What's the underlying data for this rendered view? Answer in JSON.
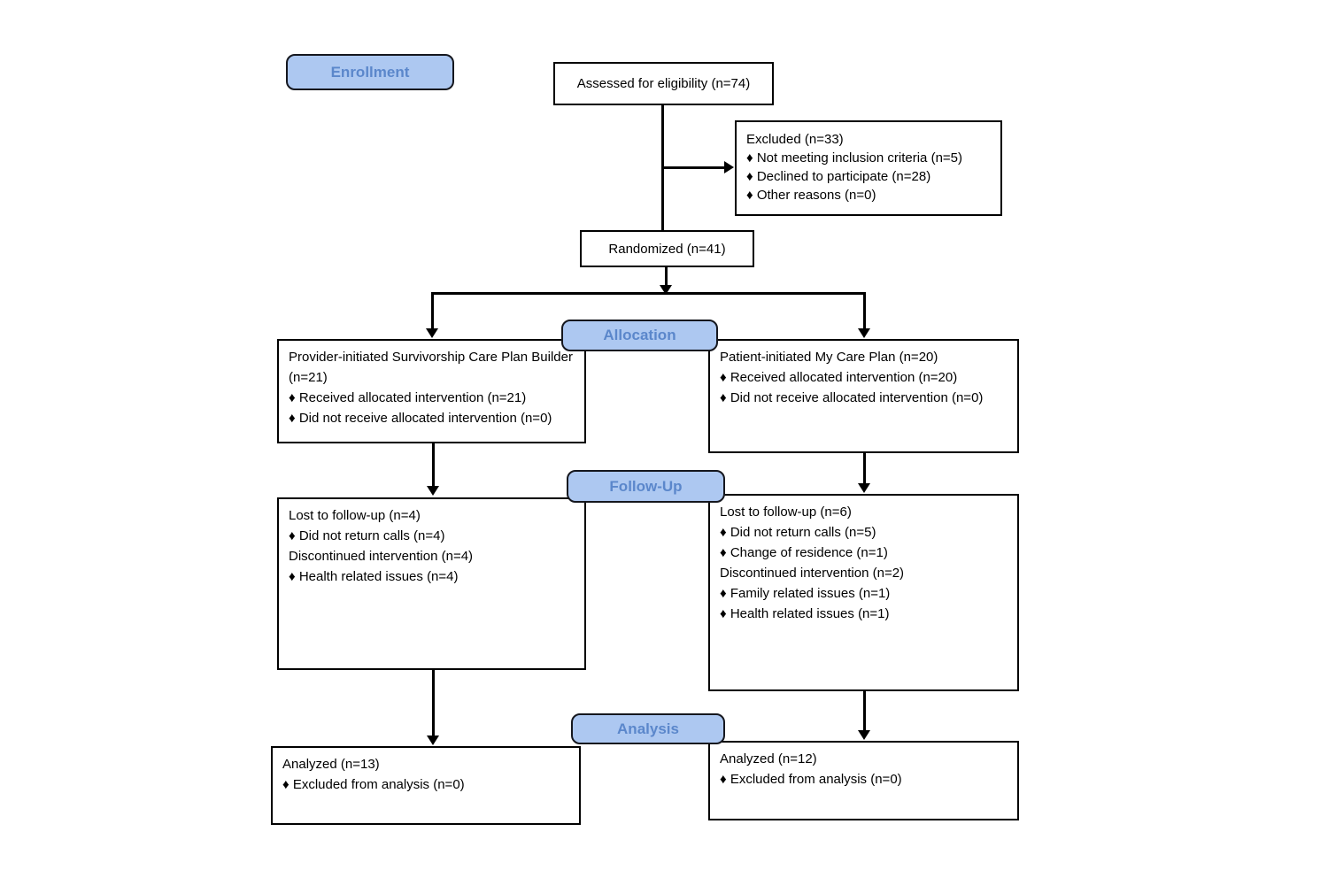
{
  "stages": {
    "enrollment": "Enrollment",
    "allocation": "Allocation",
    "followup": "Follow-Up",
    "analysis": "Analysis"
  },
  "colors": {
    "stage_fill": "#adc8f1",
    "stage_text": "#5b87cb",
    "box_border": "#000000",
    "connector": "#000000"
  },
  "boxes": {
    "assessed": {
      "text": "Assessed for eligibility (n=74)"
    },
    "excluded": {
      "lines": [
        "Excluded (n=33)",
        "♦ Not meeting inclusion criteria (n=5)",
        "♦ Declined to participate (n=28)",
        "♦ Other reasons (n=0)"
      ]
    },
    "randomized": {
      "text": "Randomized (n=41)"
    },
    "alloc_left": {
      "title": "Provider-initiated Survivorship Care Plan Builder (n=21)",
      "lines": [
        "♦ Received allocated intervention (n=21)",
        "♦ Did not receive allocated intervention (n=0)"
      ]
    },
    "alloc_right": {
      "title": "Patient-initiated My Care Plan (n=20)",
      "lines": [
        "♦ Received allocated intervention (n=20)",
        "♦ Did not receive allocated intervention (n=0)"
      ]
    },
    "followup_left": {
      "lines": [
        "Lost to follow-up (n=4)",
        "♦ Did not return calls (n=4)",
        "Discontinued intervention (n=4)",
        "♦ Health related issues (n=4)"
      ]
    },
    "followup_right": {
      "lines": [
        "Lost to follow-up (n=6)",
        "♦ Did not return calls (n=5)",
        "♦ Change of residence (n=1)",
        "Discontinued intervention (n=2)",
        "♦ Family related issues (n=1)",
        "♦ Health related issues (n=1)"
      ]
    },
    "analysis_left": {
      "lines": [
        "Analyzed (n=13)",
        "♦ Excluded from analysis (n=0)"
      ]
    },
    "analysis_right": {
      "lines": [
        "Analyzed (n=12)",
        "♦ Excluded from analysis (n=0)"
      ]
    }
  }
}
